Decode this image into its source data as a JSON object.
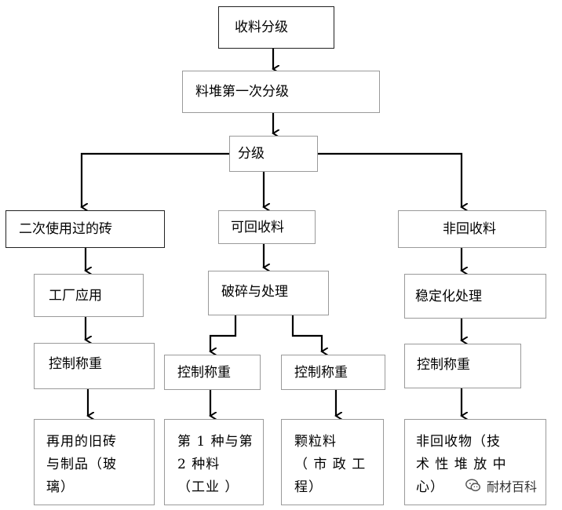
{
  "nodes": {
    "top": "收料分级",
    "first_grading": "料堆第一次分级",
    "grading": "分级",
    "reused_bricks": "二次使用过的砖",
    "recyclable": "可回收料",
    "non_recyclable": "非回收料",
    "factory_use": "工厂应用",
    "crush": "破碎与处理",
    "stabilize": "稳定化处理",
    "weigh_left": "控制称重",
    "weigh_mid_left": "控制称重",
    "weigh_mid_right": "控制称重",
    "weigh_right": "控制称重",
    "out_left": [
      "再用的旧砖",
      "与制品（玻",
      "璃）"
    ],
    "out_mid_left": [
      "第 1 种与第",
      "2 种料",
      "（工业 ）"
    ],
    "out_mid_right": [
      "颗粒料",
      "（ 市 政 工",
      "程）"
    ],
    "out_right": [
      "非回收物（技",
      "术 性 堆 放 中",
      "心）"
    ]
  },
  "watermark": {
    "text": "耐材百科",
    "icon": "wechat-logo-icon"
  }
}
